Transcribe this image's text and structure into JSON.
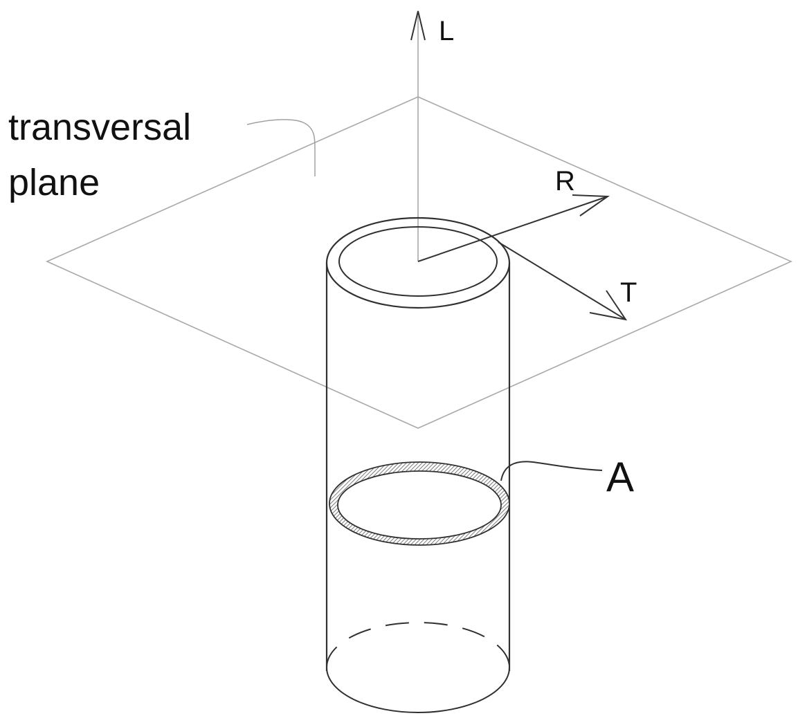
{
  "labels": {
    "plane_line1": "transversal",
    "plane_line2": "plane",
    "axis_l": "L",
    "axis_r": "R",
    "axis_t": "T",
    "section": "A"
  },
  "colors": {
    "plane": "#a8a8a8",
    "axis_l": "#b0b0b0",
    "cylinder": "#303030",
    "hatch": "#8a8a8a",
    "arrows": "#333333",
    "text": "#111111"
  }
}
